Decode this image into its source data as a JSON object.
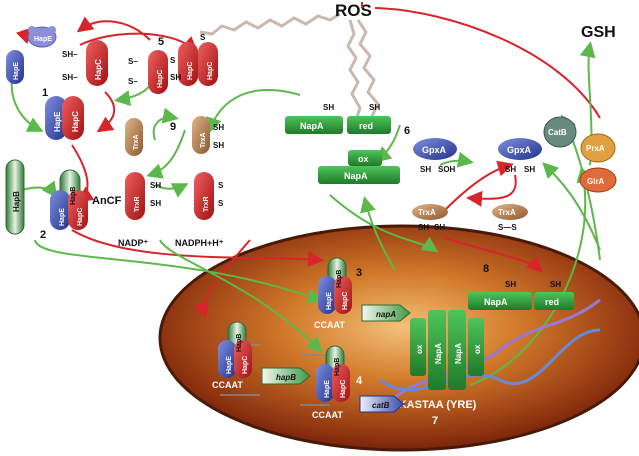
{
  "ros": "ROS",
  "gsh": "GSH",
  "hape": "HapE",
  "hapc": "HapC",
  "hapb": "HapB",
  "ancf": "AnCF",
  "trxa": "TrxA",
  "trxr": "TrxR",
  "napa": "NapA",
  "red": "red",
  "ox": "ox",
  "gpxa": "GpxA",
  "catb": "CatB",
  "prxa": "PrxA",
  "glra": "GlrA",
  "ccaat": "CCAAT",
  "gene_napa": "napA",
  "gene_hapb": "hapB",
  "gene_catb": "catB",
  "yre": "TKASTAA (YRE)",
  "sh": "SH",
  "sh_dash": "SH–",
  "s_dash": "S–",
  "soh": "SOH",
  "s": "S",
  "s_bond": "S—S",
  "nadp": "NADP⁺",
  "nadph": "NADPH+H⁺",
  "steps": [
    "1",
    "2",
    "3",
    "4",
    "5",
    "6",
    "7",
    "8",
    "9"
  ]
}
